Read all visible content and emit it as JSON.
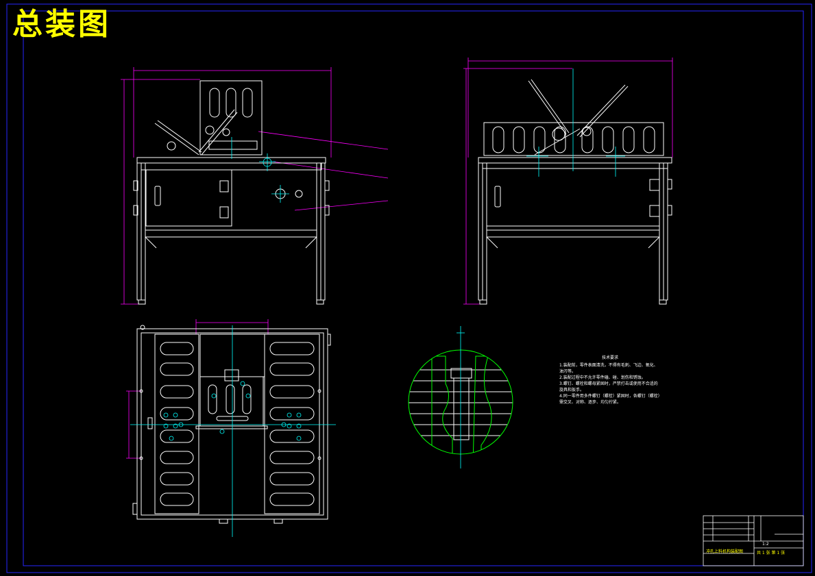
{
  "title": "总装图",
  "colors": {
    "frame_border": "#2626ff",
    "outline": "#ffffff",
    "dimension": "#ff00ff",
    "center_line": "#00ffff",
    "section_circle": "#00ff00",
    "title_text": "#ffff00"
  },
  "technical_notes": {
    "heading": "技术要求",
    "items": [
      "1.装配前，零件表面清洗，不得有毛刺、飞边、氧化、油污等。",
      "2.装配过程中不允许零件磕、碰、划伤和锈蚀。",
      "3.螺钉、螺栓和螺母紧固时，严禁打击或使用不合适的旋具和扳手。",
      "4.同一零件用多件螺钉（螺栓）紧固时，各螺钉（螺栓）需交叉、对称、逐步、均匀拧紧。"
    ]
  },
  "title_block": {
    "drawing_name": "冲孔上料机构装配图",
    "scale": "1:2",
    "sheet": "共 1 张 第 1 张"
  }
}
